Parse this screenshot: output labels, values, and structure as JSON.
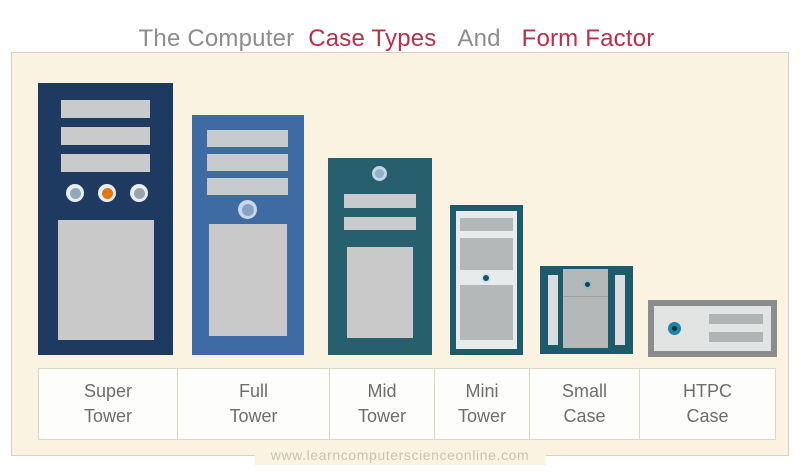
{
  "title": {
    "part1": "The Computer",
    "part2": "Case Types",
    "part3": "And",
    "part4": "Form Factor"
  },
  "cases": [
    {
      "id": "super-tower",
      "label_line1": "Super",
      "label_line2": "Tower"
    },
    {
      "id": "full-tower",
      "label_line1": "Full",
      "label_line2": "Tower"
    },
    {
      "id": "mid-tower",
      "label_line1": "Mid",
      "label_line2": "Tower"
    },
    {
      "id": "mini-tower",
      "label_line1": "Mini",
      "label_line2": "Tower"
    },
    {
      "id": "small-case",
      "label_line1": "Small",
      "label_line2": "Case"
    },
    {
      "id": "htpc-case",
      "label_line1": "HTPC",
      "label_line2": "Case"
    }
  ],
  "footer": {
    "watermark": "www.learncomputerscienceonline.com"
  },
  "colors": {
    "title_gray": "#8d8d8d",
    "title_red": "#bf2d48",
    "panel_bg": "#faf3e1",
    "super_tower_navy": "#1f3a60",
    "full_tower_blue": "#3e6ba3",
    "mid_tower_teal": "#285f6e",
    "mini_small_teal": "#1d5b6b",
    "htpc_gray": "#8a8d8d",
    "drive_bay_gray": "#c9cacb",
    "power_button_orange": "#e0790f"
  }
}
